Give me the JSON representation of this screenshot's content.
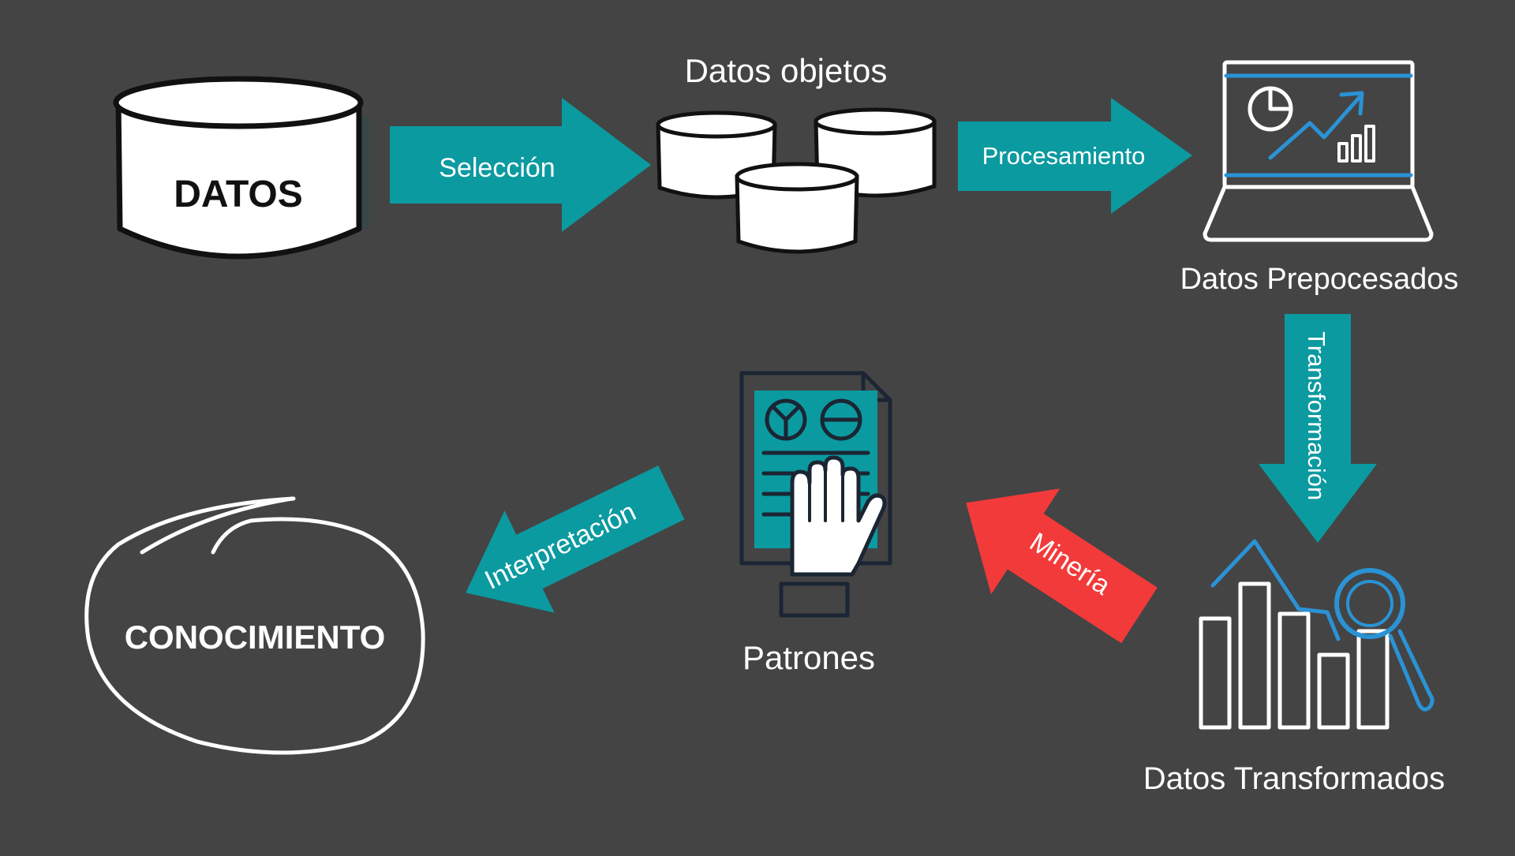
{
  "nodes": {
    "datos": "DATOS",
    "datos_objetos": "Datos objetos",
    "datos_preprocesados": "Datos Prepocesados",
    "datos_transformados": "Datos Transformados",
    "patrones": "Patrones",
    "conocimiento": "CONOCIMIENTO"
  },
  "steps": {
    "seleccion": "Selección",
    "procesamiento": "Procesamiento",
    "transformacion": "Transformación",
    "mineria": "Minería",
    "interpretacion": "Interpretación"
  },
  "colors": {
    "background": "#444444",
    "teal": "#0b9aa0",
    "red": "#f23a3a",
    "blue": "#2a93d5",
    "white": "#ffffff",
    "dark": "#1b2533"
  }
}
